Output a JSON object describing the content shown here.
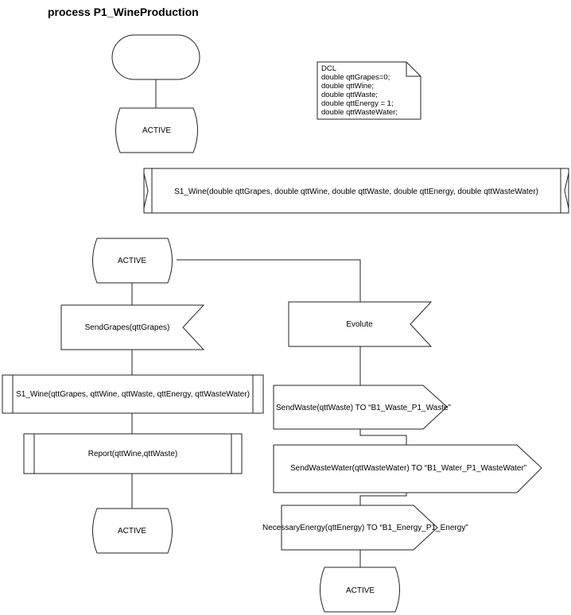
{
  "title": "process P1_WineProduction",
  "dcl": {
    "lines": [
      "DCL",
      "double qttGrapes=0;",
      "double qttWine;",
      "double qttWaste;",
      "double qttEnergy = 1;",
      "double qttWasteWater;"
    ]
  },
  "procedure_def": "S1_Wine(double qttGrapes, double qttWine, double qttWaste, double qttEnergy, double qttWasteWater)",
  "states": {
    "active_1": "ACTIVE",
    "active_2": "ACTIVE",
    "active_3": "ACTIVE",
    "active_4": "ACTIVE"
  },
  "left_branch": {
    "input": "SendGrapes(qttGrapes)",
    "procedure_call": "S1_Wine(qttGrapes, qttWine, qttWaste, qttEnergy, qttWasteWater)",
    "report": "Report(qttWine,qttWaste)"
  },
  "right_branch": {
    "input": "Evolute",
    "out_waste": "SendWaste(qttWaste) TO “B1_Waste_P1_Waste”",
    "out_wastewater": "SendWasteWater(qttWasteWater) TO “B1_Water_P1_WasteWater”",
    "out_energy": "NecessaryEnergy(qttEnergy) TO “B1_Energy_P1_Energy”"
  }
}
